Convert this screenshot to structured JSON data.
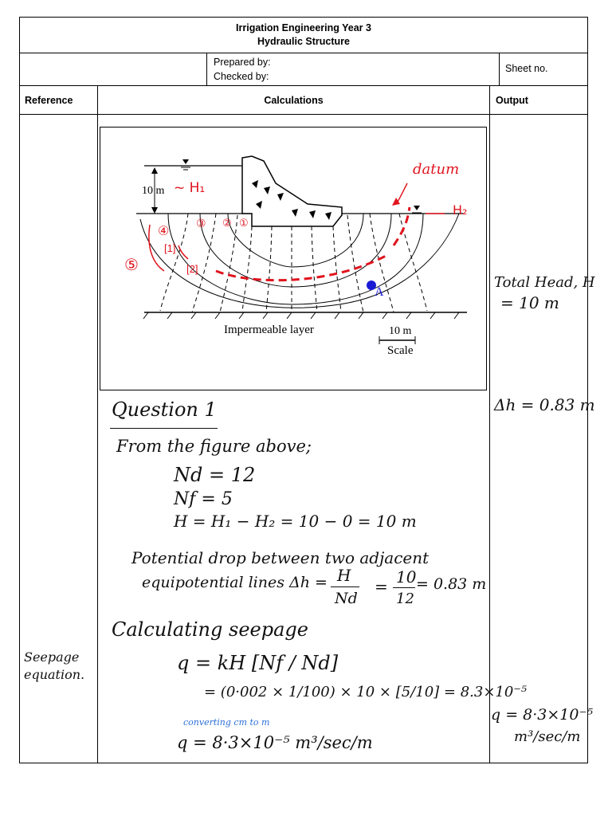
{
  "header": {
    "course": "Irrigation Engineering Year 3",
    "subject": "Hydraulic Structure",
    "prepared_by": "Prepared by:",
    "checked_by": "Checked by:",
    "sheet_no": "Sheet no."
  },
  "columns": {
    "reference": "Reference",
    "calculations": "Calculations",
    "output": "Output"
  },
  "figure": {
    "head_label": "10 m",
    "h1": "~ H₁",
    "h2": "H₂",
    "datum": "datum",
    "point": "A",
    "layer": "Impermeable layer",
    "scale_value": "10 m",
    "scale": "Scale",
    "flow_labels": [
      "①",
      "②",
      "③",
      "④",
      "⑤"
    ],
    "flow_marks": [
      "[1]",
      "[2]"
    ]
  },
  "calculations": {
    "question": "Question 1",
    "intro": "From the figure above;",
    "nd": "Nd = 12",
    "nf": "Nf = 5",
    "head": "H = H₁ − H₂ = 10 − 0 = 10 m",
    "drop_line1": "Potential drop between two adjacent",
    "drop_line2": "equipotential lines Δh =",
    "drop_frac_num": "H",
    "drop_frac_den": "Nd",
    "drop_val_num": "10",
    "drop_val_den": "12",
    "drop_result": "= 0.83 m",
    "seepage_title": "Calculating seepage",
    "seepage_eq": "q = kH [Nf / Nd]",
    "seepage_sub": "= (0·002 × 1/100) × 10 × [5/10] = 8.3×10⁻⁵",
    "note": "converting cm to m",
    "seepage_result": "q = 8·3×10⁻⁵ m³/sec/m"
  },
  "reference": {
    "seepage": "Seepage equation."
  },
  "output": {
    "total_head_1": "Total Head, H",
    "total_head_2": "= 10 m",
    "delta_h": "Δh = 0.83 m",
    "q_1": "q = 8·3×10⁻⁵",
    "q_2": "m³/sec/m"
  },
  "colors": {
    "ink": "#111111",
    "red": "#e0141e",
    "blue": "#2a6fd6",
    "point": "#1b1bd6"
  }
}
